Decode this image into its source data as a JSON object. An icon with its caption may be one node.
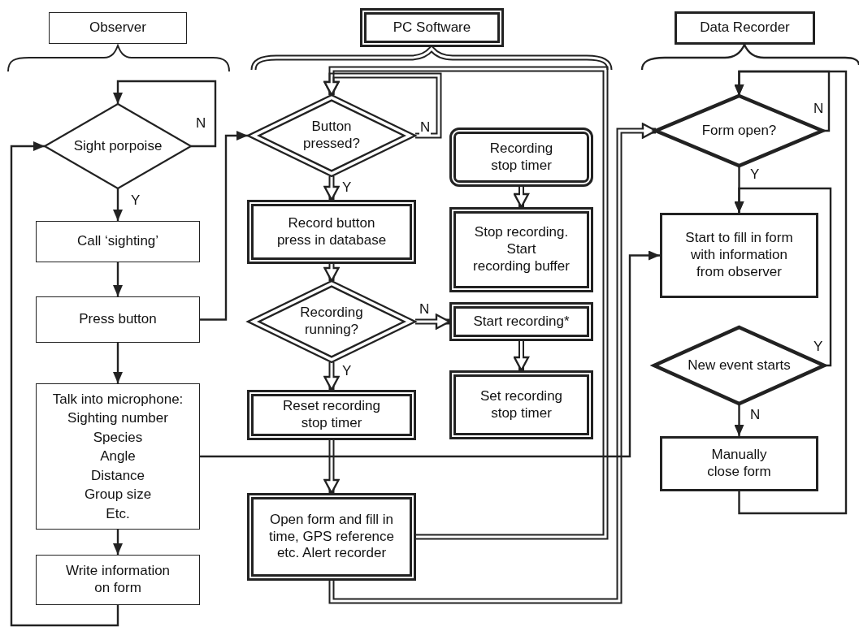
{
  "diagram": {
    "nodes": [
      {
        "text": [
          "Observer"
        ]
      },
      {
        "text": [
          "PC Software"
        ]
      },
      {
        "text": [
          "Data Recorder"
        ]
      },
      {
        "text": [
          "Sight porpoise"
        ]
      },
      {
        "text": [
          "Call ‘sighting’"
        ]
      },
      {
        "text": [
          "Press button"
        ]
      },
      {
        "text": [
          "Talk into microphone:",
          "Sighting number",
          "Species",
          "Angle",
          "Distance",
          "Group size",
          "Etc."
        ]
      },
      {
        "text": [
          "Write information on form"
        ]
      },
      {
        "text": [
          "Button pressed?"
        ]
      },
      {
        "text": [
          "Record button press in database"
        ]
      },
      {
        "text": [
          "Recording running?"
        ]
      },
      {
        "text": [
          "Reset recording stop timer"
        ]
      },
      {
        "text": [
          "Open form and fill in time, GPS reference etc. Alert recorder"
        ]
      },
      {
        "text": [
          "Recording stop timer"
        ]
      },
      {
        "text": [
          "Stop recording. Start recording buffer"
        ]
      },
      {
        "text": [
          "Start recording*"
        ]
      },
      {
        "text": [
          "Set recording stop timer"
        ]
      },
      {
        "text": [
          "Form open?"
        ]
      },
      {
        "text": [
          "Start to fill in form with information from observer"
        ]
      },
      {
        "text": [
          "New event starts"
        ]
      },
      {
        "text": [
          "Manually close form"
        ]
      }
    ],
    "edges": [
      {
        "from": 3,
        "to": 3,
        "arrow": "to",
        "label": "N"
      },
      {
        "from": 3,
        "to": 4,
        "arrow": "to",
        "label": "Y"
      },
      {
        "from": 4,
        "to": 5,
        "arrow": "to"
      },
      {
        "from": 5,
        "to": 8,
        "arrow": "to"
      },
      {
        "from": 5,
        "to": 6,
        "arrow": "to"
      },
      {
        "from": 6,
        "to": 7,
        "arrow": "to"
      },
      {
        "from": 7,
        "to": 3,
        "arrow": "to"
      },
      {
        "from": 6,
        "to": 18,
        "arrow": "to"
      },
      {
        "from": 8,
        "to": 8,
        "arrow": "to",
        "label": "N",
        "style": "thick"
      },
      {
        "from": 8,
        "to": 9,
        "arrow": "to",
        "label": "Y",
        "style": "thick"
      },
      {
        "from": 9,
        "to": 10,
        "arrow": "to",
        "style": "thick"
      },
      {
        "from": 10,
        "to": 15,
        "arrow": "to",
        "label": "N",
        "style": "thick"
      },
      {
        "from": 10,
        "to": 11,
        "arrow": "to",
        "label": "Y",
        "style": "thick"
      },
      {
        "from": 11,
        "to": 12,
        "arrow": "to",
        "style": "thick"
      },
      {
        "from": 12,
        "to": 8,
        "arrow": "to",
        "style": "thick"
      },
      {
        "from": 12,
        "to": 17,
        "arrow": "to",
        "style": "thick"
      },
      {
        "from": 13,
        "to": 14,
        "arrow": "to",
        "style": "thick"
      },
      {
        "from": 15,
        "to": 16,
        "arrow": "to",
        "style": "thick"
      },
      {
        "from": 17,
        "to": 17,
        "arrow": "to",
        "label": "N"
      },
      {
        "from": 17,
        "to": 18,
        "arrow": "to",
        "label": "Y"
      },
      {
        "from": 19,
        "to": 18,
        "arrow": "to",
        "label": "Y"
      },
      {
        "from": 19,
        "to": 20,
        "arrow": "to",
        "label": "N"
      },
      {
        "from": 20,
        "to": 17,
        "arrow": "to"
      }
    ]
  }
}
